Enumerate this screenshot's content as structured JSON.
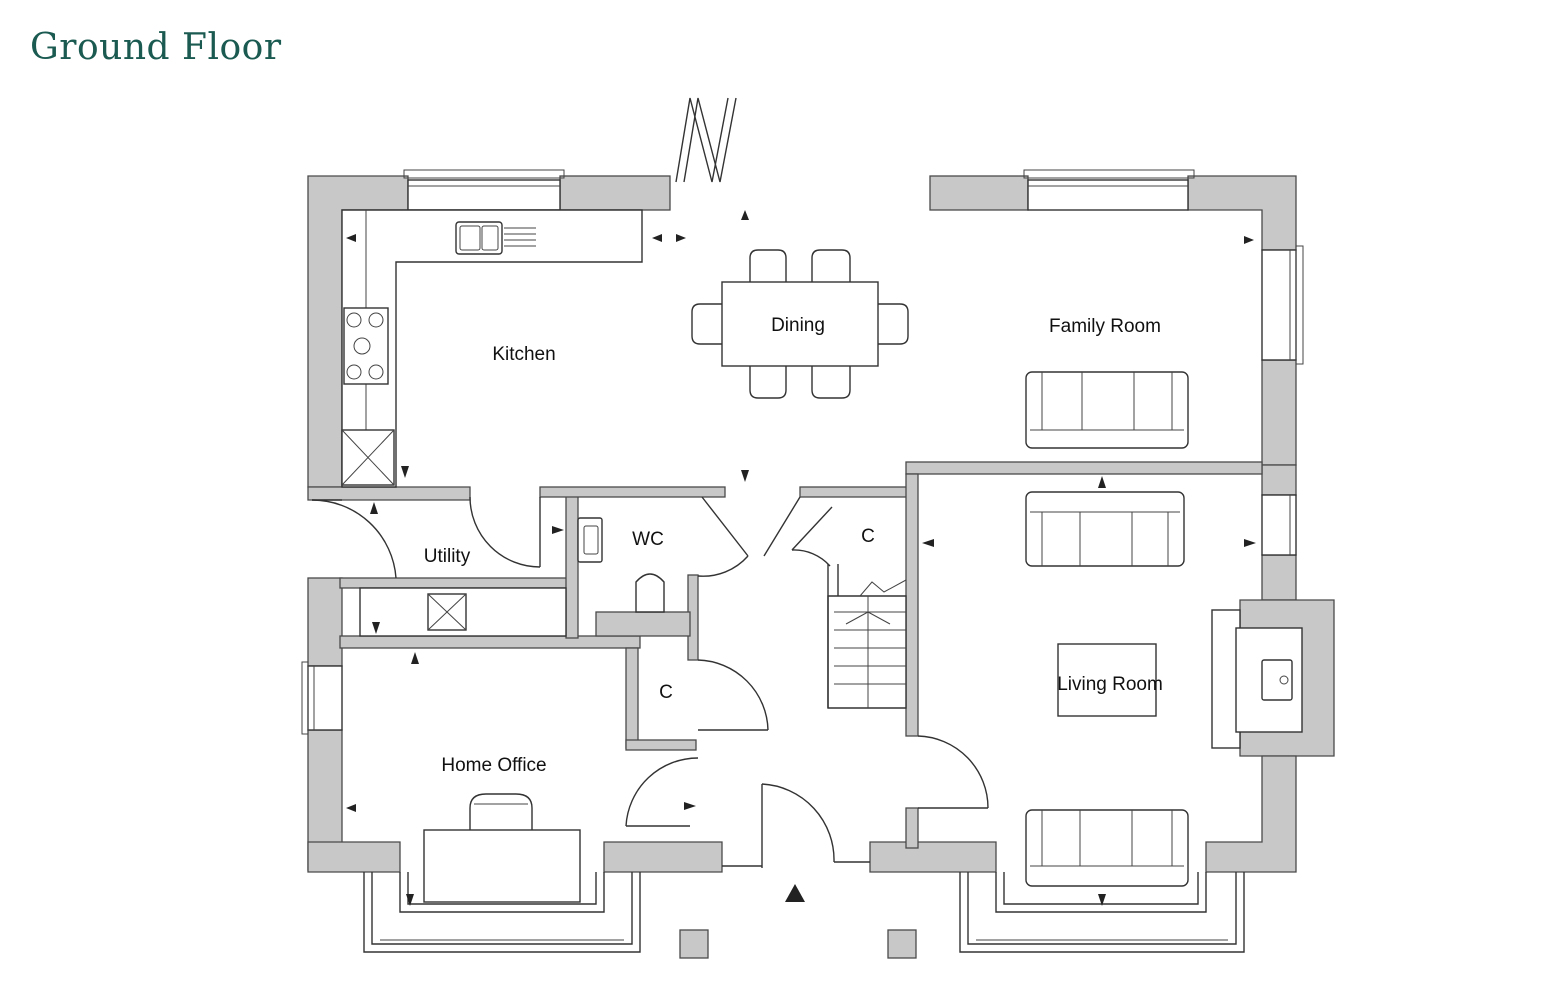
{
  "title": "Ground Floor",
  "rooms": {
    "kitchen": "Kitchen",
    "dining": "Dining",
    "family_room": "Family Room",
    "utility": "Utility",
    "wc": "WC",
    "cupboard_stairs": "C",
    "cupboard_hall": "C",
    "living_room": "Living Room",
    "home_office": "Home Office"
  },
  "colors": {
    "title": "#1a5a50",
    "wall_fill": "#c8c8c8",
    "line": "#333333"
  }
}
